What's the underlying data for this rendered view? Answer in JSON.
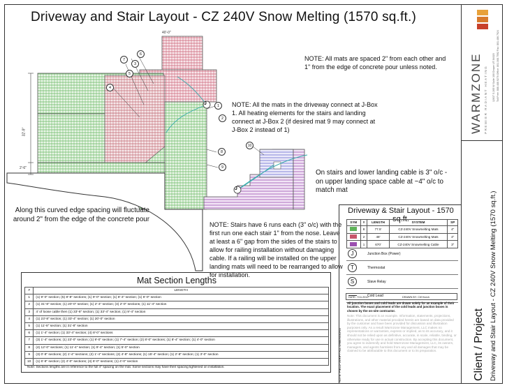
{
  "title": "Driveway and Stair Layout - CZ 240V Snow Melting (1570 sq.ft.)",
  "notes": {
    "spacing": "NOTE: All mats are spaced 2\" from each other and 1\" from the edge of concrete pour unless noted.",
    "jbox": "NOTE: All the mats in the driveway connect at J-Box 1. All heating elements for the stairs and landing connect at J-Box 2 (if desired mat 9 may connect at J-Box 2 instead of 1)",
    "stairs_cable": "On stairs and lower landing cable is 3\" o/c - on upper landing space cable at ~4\" o/c to match mat",
    "curved_edge": "Along this curved edge spacing will fluctuate around 2\" from the edge of the concrete pour",
    "stairs_runs": "NOTE: Stairs have 6 runs each (3\" o/c) with the first run one each stair 1\" from the nose. Leave at least a 6\" gap from the sides of the stairs to allow for railing installation without damaging cable. If a railing will be installed on the upper landing mats will need to be rearranged to allow for installation."
  },
  "callouts": [
    "1",
    "2",
    "3",
    "4",
    "5",
    "6",
    "7",
    "8",
    "9",
    "10"
  ],
  "jbox_labels": [
    "J",
    "J"
  ],
  "dimensions": [
    "32'-9\"",
    "2'-6\"",
    "40'-0\""
  ],
  "legend": {
    "title": "Driveway & Stair Layout - 1570 sq.ft.",
    "columns": [
      "SYM",
      "#",
      "LENGTH",
      "SYSTEM",
      "SP"
    ],
    "rows": [
      {
        "sym": "green",
        "count": "8",
        "length": "77.5'",
        "system": "CZ-240V Snowmelting Mats",
        "sp": "4\""
      },
      {
        "sym": "red",
        "count": "2",
        "length": "48'",
        "system": "CZ-240V Snowmelting Mats",
        "sp": "4\""
      },
      {
        "sym": "purple",
        "count": "1",
        "length": "670'",
        "system": "CZ-240V Snowmelting Cable",
        "sp": "3\""
      }
    ],
    "symbols": [
      {
        "glyph": "J",
        "label": "Junction Box (Power)"
      },
      {
        "glyph": "T",
        "label": "Thermostat"
      },
      {
        "glyph": "S",
        "label": "Slave Relay"
      },
      {
        "glyph": "",
        "label": "Cold Lead"
      }
    ],
    "date": "DATE: 7/11.2012",
    "drawn_by": "DRAWN BY: Clif Horch",
    "disclaimer_bold": "All junction boxes and cold leads are drawn solely for an example of their location. The exact placement of the cold leads and junction boxes is chosen by the on-site contractor.",
    "disclaimer": "Note: This document is an example. Information, statements, projections, illustrations, and other material provided herein are based on data provided by the customer and have been provided for discussion and illustration purposes only. As a result Warmzone Management, LLC makes no representations or warranties, express or implied, as to its accuracy, and it should not be relied upon as definitive, accurate, in scale, reliable, binding, or otherwise ready for use in actual construction. By accepting this document, you agree to indemnify and hold Warmzone Management, LLC, its owners, managers, and agents harmless from any and all damages that may be claimed to be attributable to this document or to its preparation.",
    "field_verify": "NOTE: FIELD VERIFY ALL DIMENSIONS"
  },
  "mat_section": {
    "title": "Mat Section Lengths",
    "columns": [
      "#",
      "LENGTH"
    ],
    "rows": [
      {
        "n": "1",
        "text": "(1) 9'-0\" section; (5) 8'-8\" sections; (1) 9'-0\" section; (1) 6'-4\" section; (1) 6'-0\" section"
      },
      {
        "n": "2",
        "text": "(1) 31'-8\" section; (1) 20'-0\" section; (1) 2'-4\" section; (4) 2'-0\" sections; (1) 11'-4\" section"
      },
      {
        "n": "3",
        "text": "4' of loose cable then (1) 33'-8\" section; (1) 33'-4\" section; (1) 9'-4\" section"
      },
      {
        "n": "4",
        "text": "(1) 23'-8\" section; (1) 33'-4\" section; (1) 20'-0\" section"
      },
      {
        "n": "5",
        "text": "(1) 11'-8\" section; (1) 31'-8\" section"
      },
      {
        "n": "6",
        "text": "(1) 1'-4\" section; (1) 33'-4\" section; (4) 8'-0\" sections"
      },
      {
        "n": "7",
        "text": "(3) 1'-4\" sections; (1) 23'-0\" section; (1) 9'-0\" section; (1) 7'-4\" section; (2) 8'-0\" sections; (1) 8'-4\" section; (1) 4'-0\" section"
      },
      {
        "n": "8",
        "text": "(4) 12'-0\" sections; (1) 11'-4\" section; (1) 9'-4\" section; (1) 5'-0\" section"
      },
      {
        "n": "9",
        "text": "(3) 0'-8\" sections; (2) 1'-4\" sections; (2) 1'-4\" sections; (2) 4'-8\" sections; (1) 15'-4\" section; (1) 2'-8\" section; (1) 3'-0\" section"
      },
      {
        "n": "10",
        "text": "(1) 6'-8\" section; (2) 4'-0\" sections; (4) 6'-0\" sections; (1) 4'-0\" section"
      }
    ],
    "footnote": "Note: Sections lengths are in reference to the full 4\" spacing on the mat. Some sections may have their spacing tightened on installation."
  },
  "company": {
    "name": "WARMZONE",
    "tagline": "PREMIER RADIANT HEATING",
    "address": "12637 S 265 W Suite 100 Draper UT 84020",
    "phone": "Toll Free: 888.488.9276  Office: 801.308.7592  Fax: 801.486.7924"
  },
  "project_label": "Driveway and Stair Layout - CZ 240V Snow Melting (1570 sq.ft.)",
  "client_label": "Client / Project",
  "colors": {
    "green": "#5fb35a",
    "red": "#c8566c",
    "purple": "#9b4fb0",
    "blue": "#6a6ad0",
    "teal": "#33aaaa",
    "logo_orange": "#e8a13a",
    "logo_red": "#c8402a"
  }
}
